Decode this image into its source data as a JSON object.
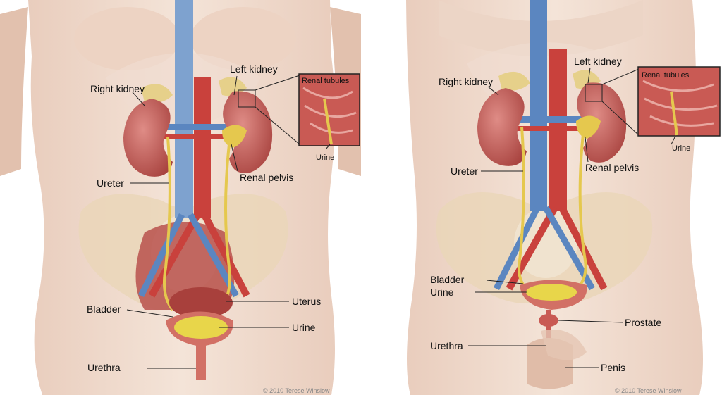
{
  "female": {
    "labels": {
      "right_kidney": "Right kidney",
      "left_kidney": "Left kidney",
      "renal_tubules": "Renal tubules",
      "urine_inset": "Urine",
      "ureter": "Ureter",
      "renal_pelvis": "Renal pelvis",
      "bladder": "Bladder",
      "uterus": "Uterus",
      "urine": "Urine",
      "urethra": "Urethra"
    },
    "credit": "© 2010 Terese Winslow"
  },
  "male": {
    "labels": {
      "right_kidney": "Right kidney",
      "left_kidney": "Left kidney",
      "renal_tubules": "Renal tubules",
      "urine_inset": "Urine",
      "ureter": "Ureter",
      "renal_pelvis": "Renal pelvis",
      "bladder": "Bladder",
      "urine": "Urine",
      "prostate": "Prostate",
      "urethra": "Urethra",
      "penis": "Penis"
    },
    "credit": "© 2010 Terese Winslow"
  },
  "colors": {
    "skin": "#f1ddd0",
    "skin_shadow": "#e6c6b4",
    "kidney": "#c65a55",
    "artery": "#c9413c",
    "vein": "#5b86c0",
    "ureter": "#e5c84e",
    "urine": "#e8d64a",
    "bladder_wall": "#d27065",
    "bone": "#ebd9bc",
    "adrenal": "#e6d08a"
  }
}
